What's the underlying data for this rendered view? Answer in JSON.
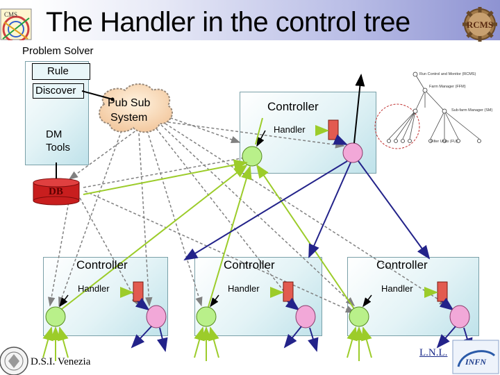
{
  "header": {
    "title": "The Handler in the control tree",
    "subtitle": "Problem Solver",
    "left_logo_text": "CMS",
    "right_logo_text": "RCMS"
  },
  "problem_solver": {
    "rule_label": "Rule",
    "discover_label": "Discover",
    "dm_tools_label": "DM\nTools",
    "db_label": "DB"
  },
  "pubsub": {
    "label": "Pub Sub\nSystem"
  },
  "controllers": {
    "top": {
      "controller_label": "Controller",
      "handler_label": "Handler"
    },
    "left": {
      "controller_label": "Controller",
      "handler_label": "Handler"
    },
    "mid": {
      "controller_label": "Controller",
      "handler_label": "Handler"
    },
    "right": {
      "controller_label": "Controller",
      "handler_label": "Handler"
    }
  },
  "tree_inset": {
    "labels": [
      "Run Control and Monitor (RCMS)",
      "Farm Manager (FFM)",
      "Sub-farm Manager (SM)",
      "Filter Units (FU)"
    ]
  },
  "footer": {
    "left": "D.S.I. Venezia",
    "right": "L.N.L.",
    "right_logo_text": "INFN"
  },
  "colors": {
    "green_node": "#b9f08a",
    "pink_node": "#f2a8d8",
    "handler_red": "#e25b50",
    "green_arrow": "#9ccc2a",
    "blue_arrow": "#23238a",
    "dashed_gray": "#808080",
    "db_red": "#c81e1e"
  }
}
